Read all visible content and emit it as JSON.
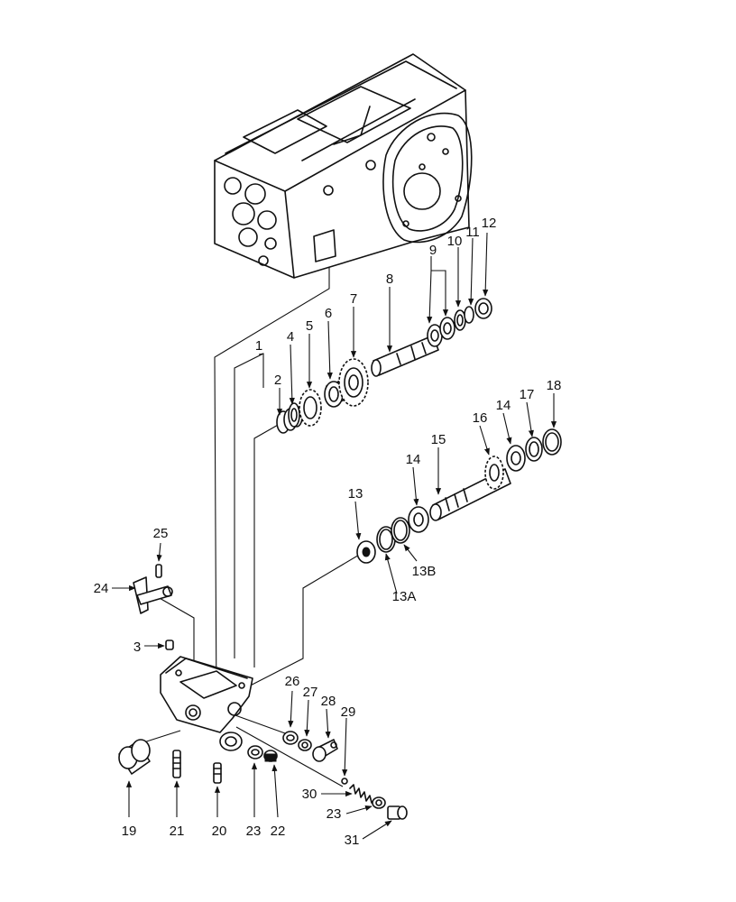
{
  "callouts": {
    "c1": "1",
    "c2": "2",
    "c3": "3",
    "c4": "4",
    "c5": "5",
    "c6": "6",
    "c7": "7",
    "c8": "8",
    "c9": "9",
    "c10": "10",
    "c11": "11",
    "c12": "12",
    "c13": "13",
    "c13a": "13A",
    "c13b": "13B",
    "c14a": "14",
    "c14b": "14",
    "c15": "15",
    "c16": "16",
    "c17": "17",
    "c18": "18",
    "c19": "19",
    "c20": "20",
    "c21": "21",
    "c22": "22",
    "c23a": "23",
    "c23b": "23",
    "c24": "24",
    "c25": "25",
    "c26": "26",
    "c27": "27",
    "c28": "28",
    "c29": "29",
    "c30": "30",
    "c31": "31"
  }
}
